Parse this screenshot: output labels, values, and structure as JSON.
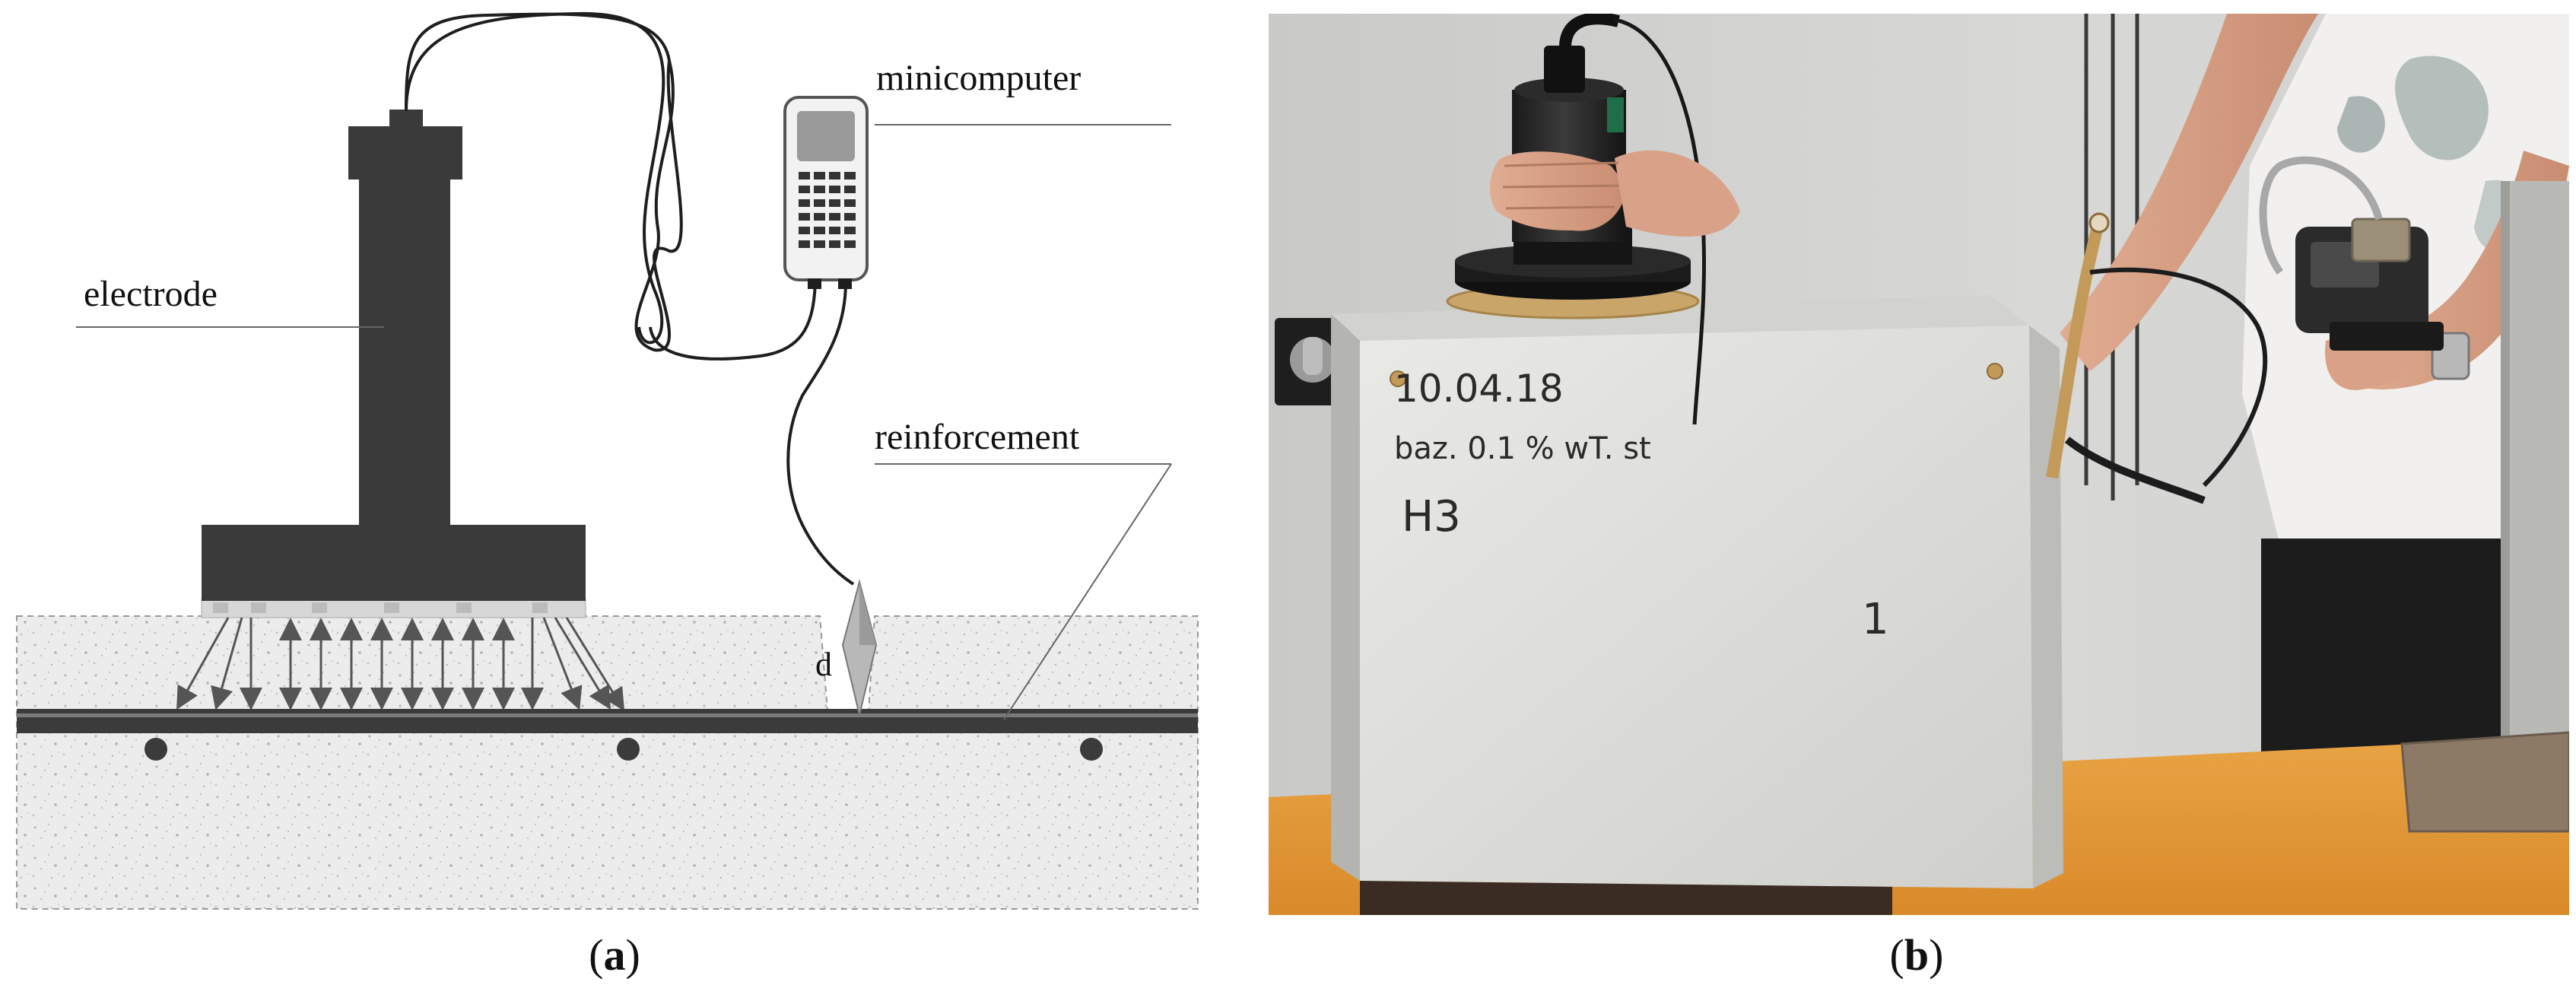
{
  "panel_a": {
    "labels": {
      "electrode": "electrode",
      "minicomputer": "minicomputer",
      "reinforcement": "reinforcement",
      "distance": "d"
    },
    "caption": {
      "open": "(",
      "letter": "a",
      "close": ")"
    }
  },
  "panel_b": {
    "specimen_writing": {
      "line1": "10.04.18",
      "line2": "baz. 0.1 % wT. st",
      "line3": "H3",
      "number": "1"
    },
    "caption": {
      "open": "(",
      "letter": "b",
      "close": ")"
    }
  },
  "colors": {
    "electrode": "#3a3a3a",
    "concrete": "#e6e6e6",
    "table": "#e39a3a",
    "wall": "#d2d2d0"
  }
}
